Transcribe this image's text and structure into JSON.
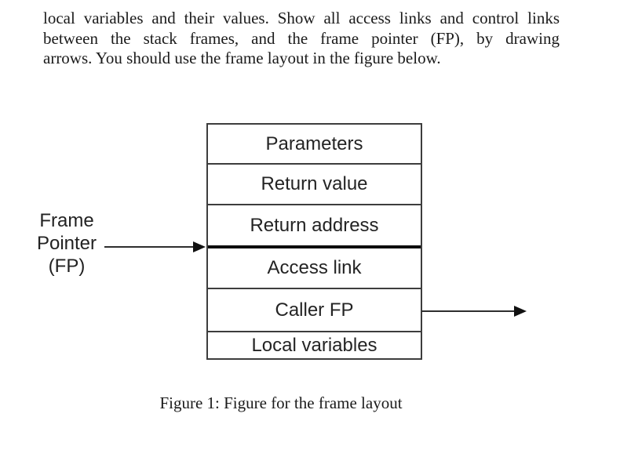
{
  "intro": {
    "lines": [
      "local variables and their values. Show all access links and control links",
      "between the stack frames, and the frame pointer (FP), by drawing",
      "arrows. You should use the frame layout in the figure below."
    ]
  },
  "figure": {
    "frame_pointer_label": {
      "lines": [
        "Frame",
        "Pointer",
        "(FP)"
      ]
    },
    "stack_rows": [
      {
        "label": "Parameters"
      },
      {
        "label": "Return value"
      },
      {
        "label": "Return address"
      },
      {
        "label": "Access link"
      },
      {
        "label": "Caller FP"
      },
      {
        "label": "Local variables"
      }
    ],
    "arrows": [
      {
        "name": "frame-pointer-arrow",
        "from": "Frame Pointer (FP) label",
        "to": "thick boundary between Return address and Access link"
      },
      {
        "name": "caller-fp-arrow",
        "from": "Caller FP cell right edge",
        "to": "rightward off the table"
      }
    ],
    "caption": "Figure 1: Figure for the frame layout"
  },
  "colors": {
    "background": "#ffffff",
    "text": "#1b1b1b",
    "table_border": "#3d3d3d",
    "thick_divider": "#0d0d0d",
    "arrow": "#111111"
  }
}
